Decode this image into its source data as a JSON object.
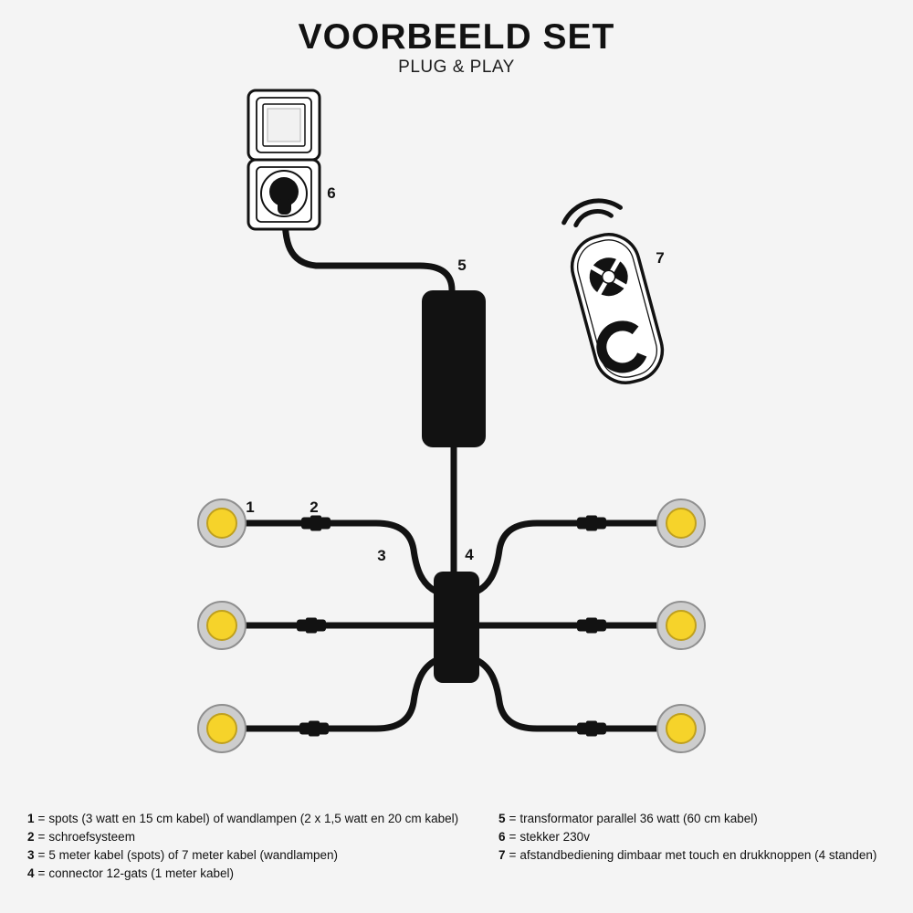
{
  "title": "VOORBEELD SET",
  "subtitle": "PLUG & PLAY",
  "colors": {
    "bg": "#f4f4f4",
    "ink": "#121212",
    "white": "#ffffff",
    "spot_ring": "#cdcdcd",
    "spot_ring_edge": "#8f8f8f",
    "spot_yellow": "#f6d32a",
    "spot_yellow_edge": "#bfa01f"
  },
  "diagram_labels": {
    "spot": "1",
    "screw": "2",
    "cable": "3",
    "connector": "4",
    "transformer": "5",
    "plug": "6",
    "remote": "7"
  },
  "legend": {
    "eq": "=",
    "left": [
      {
        "num": "1",
        "text": "spots (3 watt en 15 cm kabel) of wandlampen (2 x 1,5 watt en 20 cm kabel)"
      },
      {
        "num": "2",
        "text": "schroefsysteem"
      },
      {
        "num": "3",
        "text": "5 meter kabel (spots) of 7 meter kabel (wandlampen)"
      },
      {
        "num": "4",
        "text": "connector 12-gats (1 meter kabel)"
      }
    ],
    "right": [
      {
        "num": "5",
        "text": "transformator parallel 36 watt (60 cm kabel)"
      },
      {
        "num": "6",
        "text": "stekker 230v"
      },
      {
        "num": "7",
        "text": "afstandbediening dimbaar met touch en drukknoppen (4 standen)"
      }
    ]
  }
}
